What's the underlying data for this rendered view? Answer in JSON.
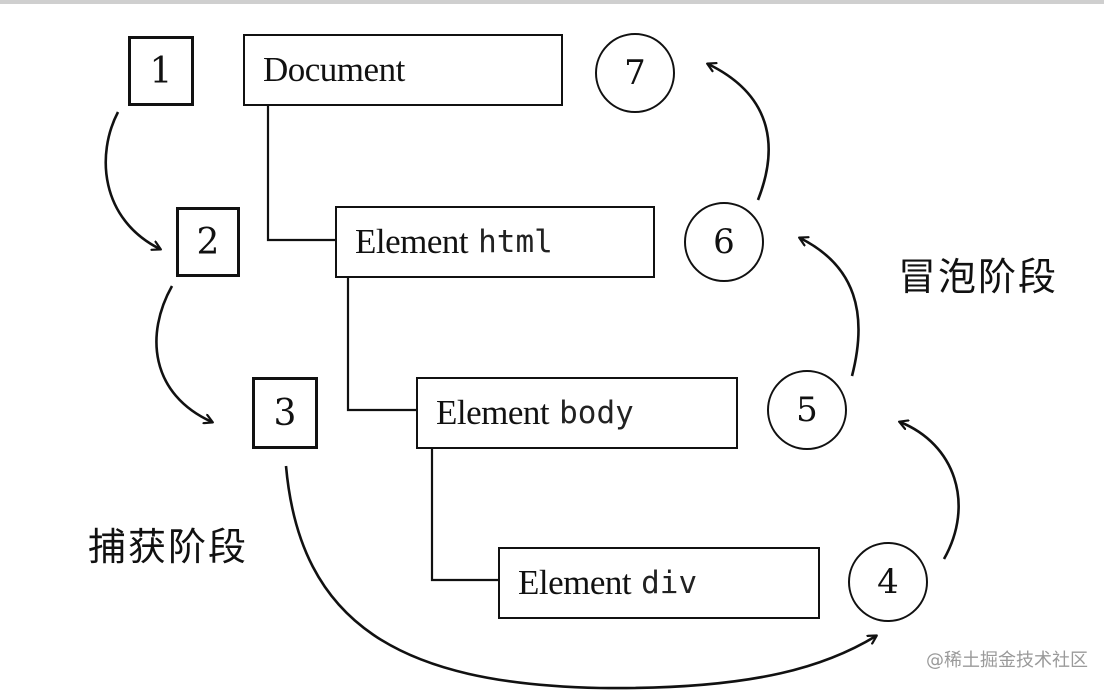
{
  "capture_steps": [
    "1",
    "2",
    "3"
  ],
  "bubble_steps": [
    "7",
    "6",
    "5",
    "4"
  ],
  "nodes": [
    {
      "kind": "Document",
      "tag": ""
    },
    {
      "kind": "Element",
      "tag": "html"
    },
    {
      "kind": "Element",
      "tag": "body"
    },
    {
      "kind": "Element",
      "tag": "div"
    }
  ],
  "labels": {
    "capture_phase": "捕获阶段",
    "bubble_phase": "冒泡阶段"
  },
  "watermark": "@稀土掘金技术社区",
  "colors": {
    "stroke": "#111111",
    "watermark": "#9a9a9a",
    "top_border": "#cfcfcf"
  }
}
